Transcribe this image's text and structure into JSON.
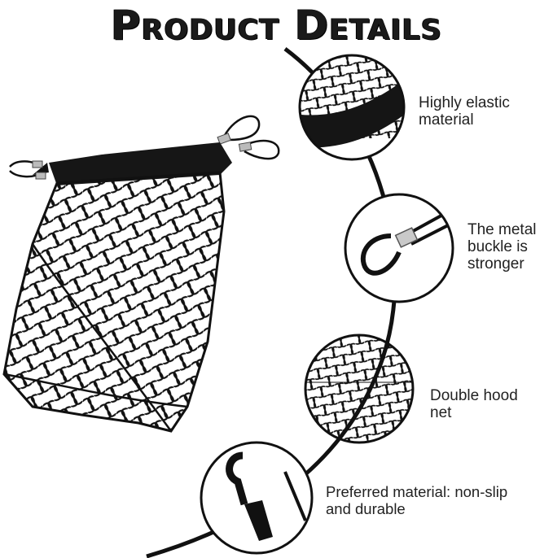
{
  "header": {
    "title": "Product Details"
  },
  "features": [
    {
      "line1": "Highly elastic",
      "line2": "material",
      "icon": "elastic-band-closeup"
    },
    {
      "line1": "The metal",
      "line2": "buckle is",
      "line3": "stronger",
      "icon": "metal-buckle-closeup"
    },
    {
      "line1": "Double hood",
      "line2": "net",
      "icon": "double-net-closeup"
    },
    {
      "line1": "Preferred material: non-slip",
      "line2": "and durable",
      "icon": "plastic-hook-closeup"
    }
  ],
  "colors": {
    "net": "#111111",
    "background": "#ffffff",
    "text": "#222222"
  }
}
